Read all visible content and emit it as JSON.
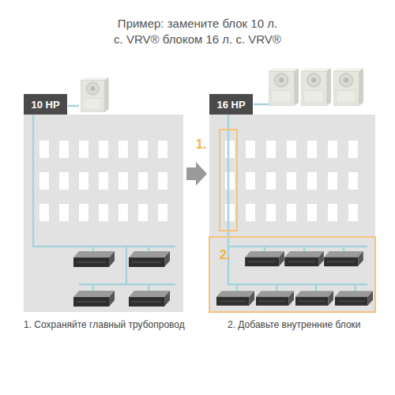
{
  "diagram": {
    "title": "Пример: замените блок 10 л. с. VRV® блоком 16 л. с. VRV®",
    "nodes": [
      {
        "text": [
          "10 HP"
        ]
      },
      {
        "text": [
          "16 HP"
        ]
      }
    ],
    "labels": [
      "1.",
      "2.",
      "1. Сохраняйте главный трубопровод",
      "2. Добавьте внутренние блоки"
    ]
  }
}
